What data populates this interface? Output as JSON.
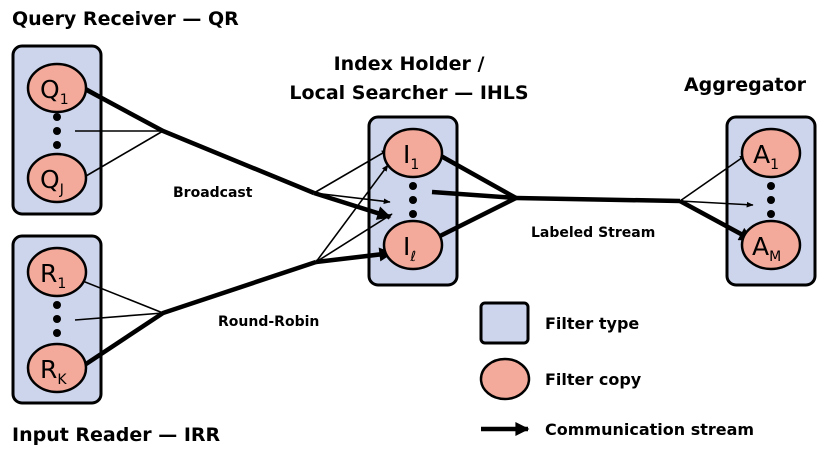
{
  "colors": {
    "filter_type": "#cdd5ec",
    "filter_copy": "#f4aa9a",
    "line": "#000000"
  },
  "groups": {
    "qr": {
      "title": "Query Receiver — QR",
      "top_node": "Q",
      "top_sub": "1",
      "bottom_node": "Q",
      "bottom_sub": "J"
    },
    "irr": {
      "title": "Input Reader — IRR",
      "top_node": "R",
      "top_sub": "1",
      "bottom_node": "R",
      "bottom_sub": "K"
    },
    "ihls": {
      "title_line1": "Index Holder /",
      "title_line2": "Local Searcher — IHLS",
      "top_node": "I",
      "top_sub": "1",
      "bottom_node": "I",
      "bottom_sub": "ℓ"
    },
    "agg": {
      "title": "Aggregator",
      "top_node": "A",
      "top_sub": "1",
      "bottom_node": "A",
      "bottom_sub": "M"
    }
  },
  "edge_labels": {
    "broadcast": "Broadcast",
    "round_robin": "Round-Robin",
    "labeled_stream": "Labeled Stream"
  },
  "legend": {
    "filter_type": "Filter type",
    "filter_copy": "Filter copy",
    "communication_stream": "Communication stream"
  }
}
